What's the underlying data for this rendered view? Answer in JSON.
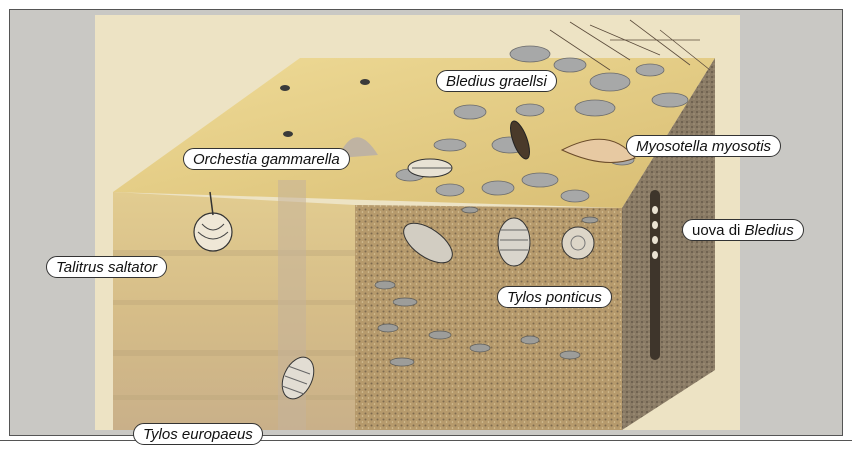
{
  "labels": {
    "bledius_graellsi": "Bledius graellsi",
    "orchestia_gammarella": "Orchestia gammarella",
    "myosotella_myosotis": "Myosotella myosotis",
    "uova_prefix": "uova di ",
    "uova_species": "Bledius",
    "talitrus_saltator": "Talitrus saltator",
    "tylos_ponticus": "Tylos ponticus",
    "tylos_europaeus": "Tylos europaeus"
  },
  "colors": {
    "panel": "#c9c8c4",
    "sand_top": "#e6cf85",
    "sand_left": "#dcc58a",
    "soil_front": "#b99a6a",
    "soil_side": "#8a7a64"
  }
}
